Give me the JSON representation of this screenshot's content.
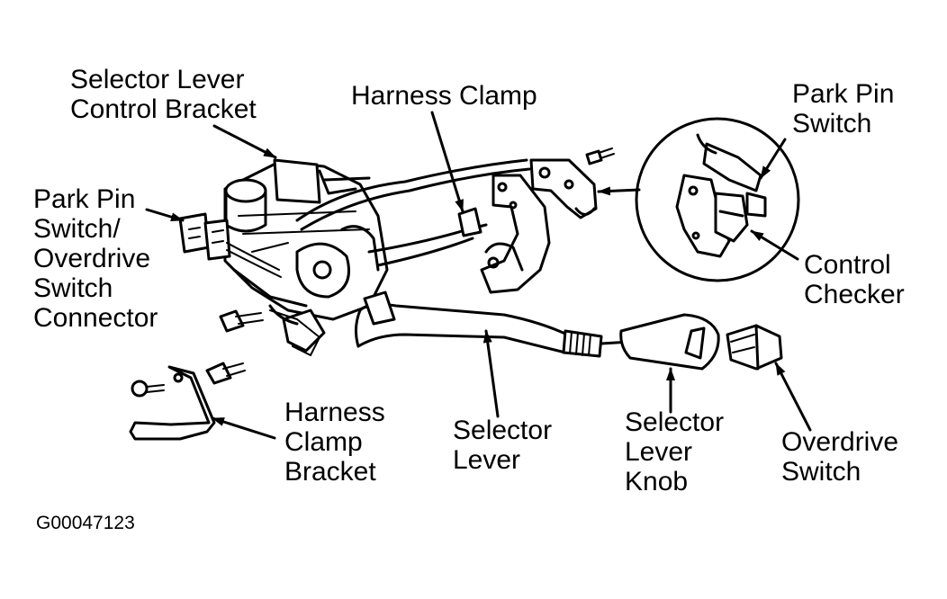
{
  "labels": {
    "selector_lever_control_bracket": [
      "Selector Lever",
      "Control Bracket"
    ],
    "harness_clamp": [
      "Harness Clamp"
    ],
    "park_pin_switch_inset": [
      "Park Pin",
      "Switch"
    ],
    "park_pin_overdrive_connector": [
      "Park Pin",
      "Switch/",
      "Overdrive",
      "Switch",
      "Connector"
    ],
    "control_checker": [
      "Control",
      "Checker"
    ],
    "harness_clamp_bracket": [
      "Harness",
      "Clamp",
      "Bracket"
    ],
    "selector_lever": [
      "Selector",
      "Lever"
    ],
    "selector_lever_knob": [
      "Selector",
      "Lever",
      "Knob"
    ],
    "overdrive_switch": [
      "Overdrive",
      "Switch"
    ]
  },
  "figure_id": "G00047123"
}
